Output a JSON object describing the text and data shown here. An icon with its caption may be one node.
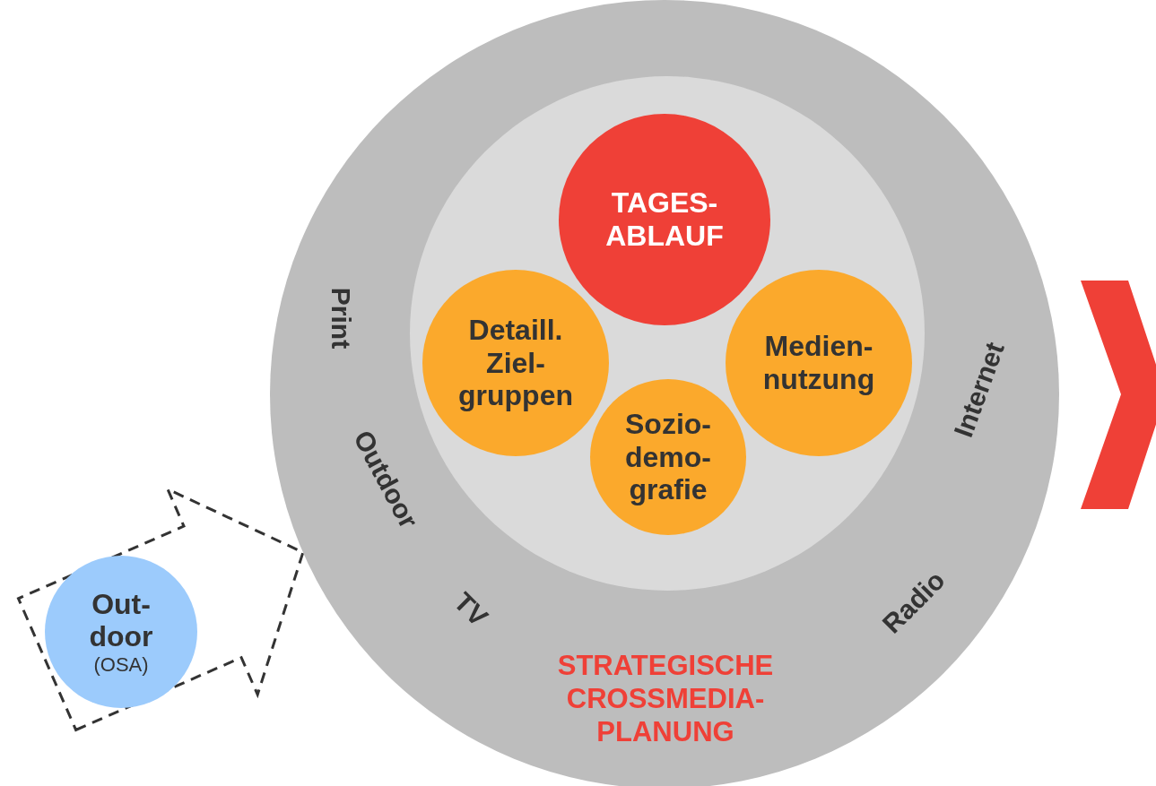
{
  "diagram": {
    "nodes": [
      {
        "text": [
          "Print",
          "Outdoor",
          "TV",
          "Radio",
          "Internet",
          "STRATEGISCHE CROSSMEDIA- PLANUNG"
        ]
      },
      {
        "text": [],
        "shape": "circle",
        "in": 0
      },
      {
        "text": [
          "TAGES- ABLAUF"
        ],
        "in": 1
      },
      {
        "text": [
          "Detaill. Ziel- gruppen"
        ],
        "in": 1
      },
      {
        "text": [
          "Medien- nutzung"
        ],
        "in": 1
      },
      {
        "text": [
          "Sozio- demo- grafie"
        ],
        "in": 1
      },
      {
        "text": [
          "Out- door",
          "(OSA)"
        ]
      }
    ],
    "edges": [
      {
        "from": 6,
        "to": 0,
        "arrow": "to",
        "style": "dashed"
      },
      {
        "from": 0,
        "to": null,
        "arrow": "to"
      }
    ]
  }
}
